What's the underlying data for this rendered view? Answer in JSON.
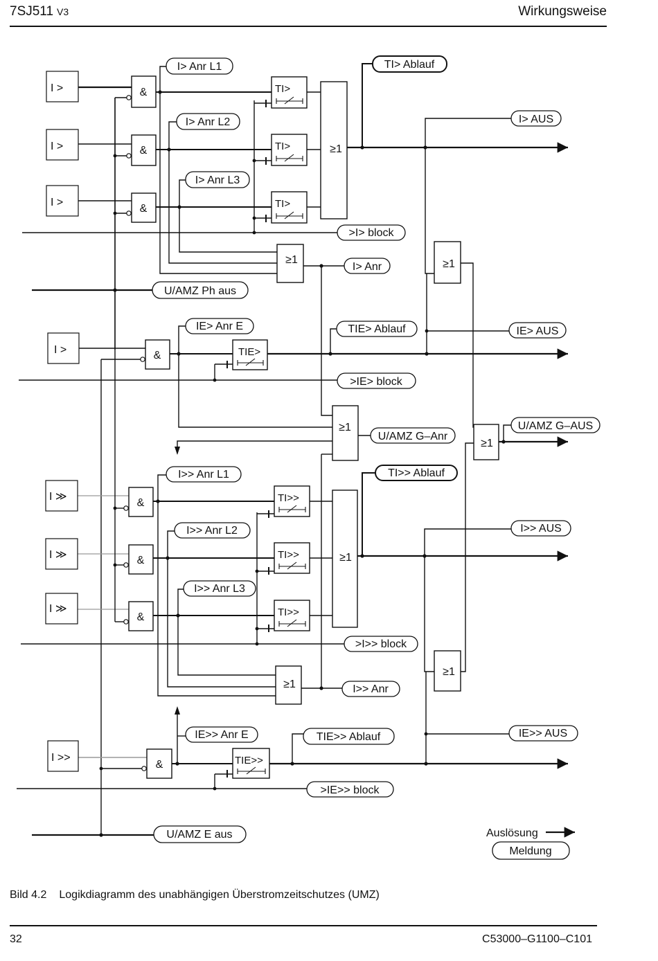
{
  "header": {
    "model": "7SJ511",
    "version": "V3",
    "section": "Wirkungsweise"
  },
  "inputs": {
    "i_gt": "I   >",
    "ie_gt": "I  >",
    "i_gg": "I   ≫",
    "ie_gg": "I  >>"
  },
  "gates": {
    "and": "&",
    "or": "≥1"
  },
  "timers": {
    "ti": "TI>",
    "tie": "TIE>",
    "tii": "TI>>",
    "tiie": "TIE>>"
  },
  "messages": {
    "anr_l1": "I> Anr L1",
    "anr_l2": "I> Anr L2",
    "anr_l3": "I> Anr L3",
    "ti_ablauf": "TI> Ablauf",
    "i_aus": "I> AUS",
    "i_block": ">I> block",
    "i_anr": "I> Anr",
    "ph_aus": "U/AMZ Ph aus",
    "ie_anr_e": "IE> Anr E",
    "tie_ablauf": "TIE> Ablauf",
    "ie_aus": "IE> AUS",
    "ie_block": ">IE> block",
    "g_anr": "U/AMZ G–Anr",
    "g_aus": "U/AMZ G–AUS",
    "ii_anr_l1": "I>> Anr L1",
    "ii_anr_l2": "I>> Anr L2",
    "ii_anr_l3": "I>> Anr L3",
    "tii_ablauf": "TI>> Ablauf",
    "ii_aus": "I>> AUS",
    "ii_block": ">I>> block",
    "ii_anr": "I>> Anr",
    "iie_anr_e": "IE>> Anr E",
    "tiie_ablauf": "TIE>> Ablauf",
    "iie_aus": "IE>> AUS",
    "iie_block": ">IE>> block",
    "e_aus": "U/AMZ E aus"
  },
  "legend": {
    "trip": "Auslösung",
    "message": "Meldung"
  },
  "caption": {
    "number": "Bild 4.2",
    "text": "Logikdiagramm des unabhängigen Überstromzeitschutzes (UMZ)"
  },
  "footer": {
    "page": "32",
    "doc_code": "C53000–G1100–C101"
  }
}
